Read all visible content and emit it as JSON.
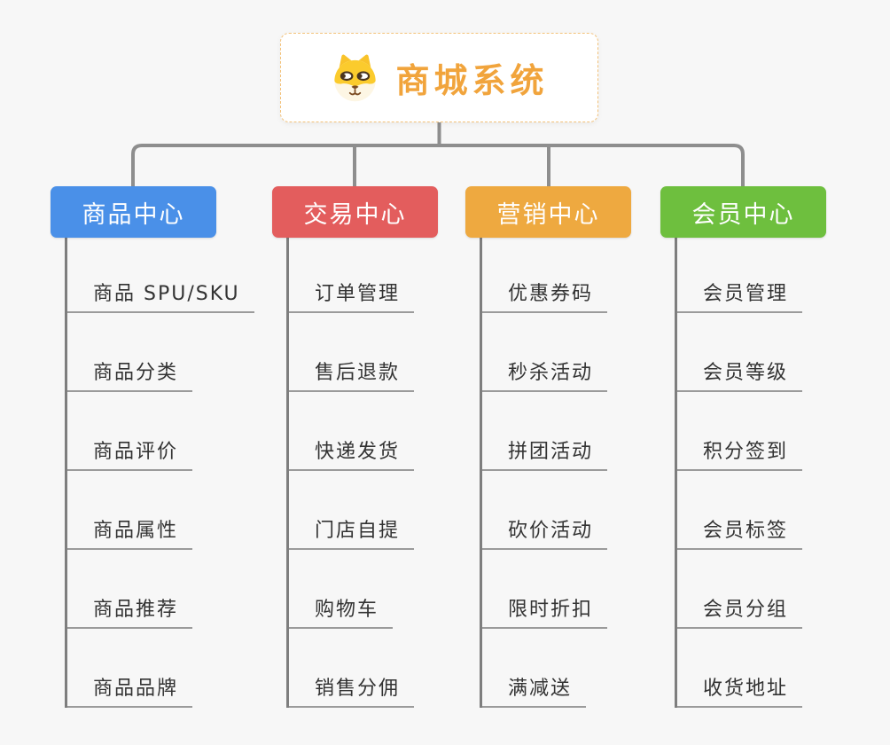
{
  "root": {
    "title": "商城系统",
    "icon": "dog-face-icon",
    "title_color": "#f1a43c",
    "border_color": "#f3c27a"
  },
  "branches": [
    {
      "label": "商品中心",
      "color": "#4a90e8",
      "children": [
        "商品 SPU/SKU",
        "商品分类",
        "商品评价",
        "商品属性",
        "商品推荐",
        "商品品牌"
      ]
    },
    {
      "label": "交易中心",
      "color": "#e35d5d",
      "children": [
        "订单管理",
        "售后退款",
        "快递发货",
        "门店自提",
        "购物车",
        "销售分佣"
      ]
    },
    {
      "label": "营销中心",
      "color": "#eea940",
      "children": [
        "优惠券码",
        "秒杀活动",
        "拼团活动",
        "砍价活动",
        "限时折扣",
        "满减送"
      ]
    },
    {
      "label": "会员中心",
      "color": "#6ebf3e",
      "children": [
        "会员管理",
        "会员等级",
        "积分签到",
        "会员标签",
        "会员分组",
        "收货地址"
      ]
    }
  ],
  "lines": {
    "connector_color": "#8e8e8e",
    "trunk_color": "#7e7e7e",
    "underline_color": "#9b9b9b"
  }
}
